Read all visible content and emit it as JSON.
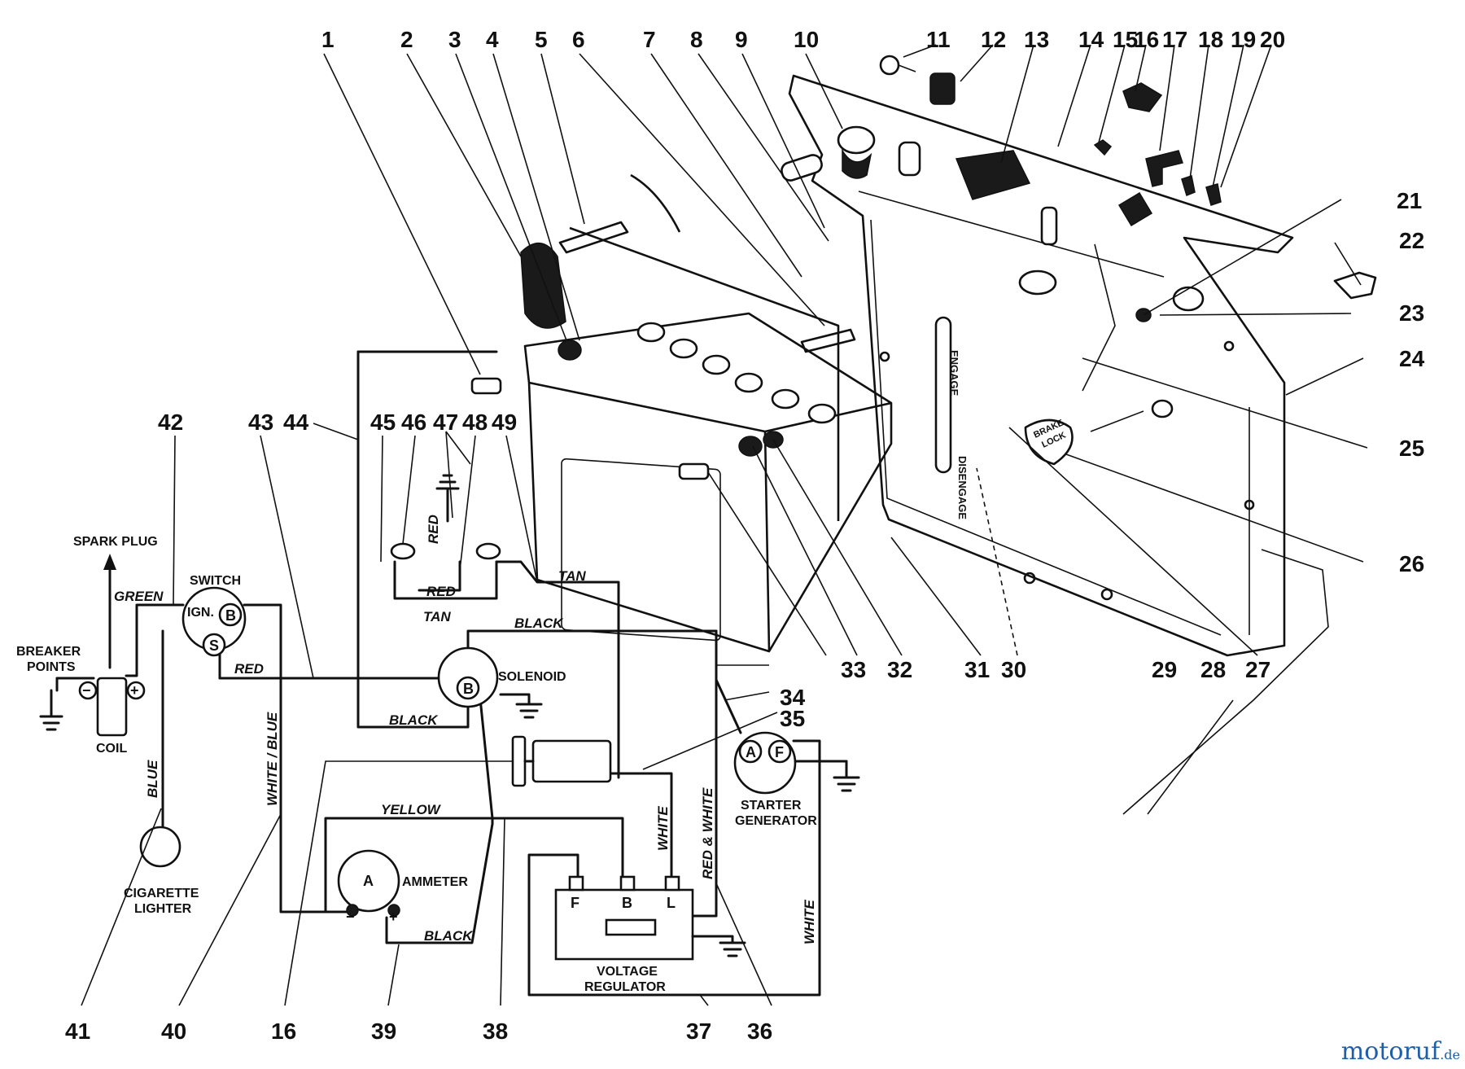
{
  "part_numbers": [
    "1",
    "2",
    "3",
    "4",
    "5",
    "6",
    "7",
    "8",
    "9",
    "10",
    "11",
    "12",
    "13",
    "14",
    "15",
    "16",
    "17",
    "18",
    "19",
    "20",
    "21",
    "22",
    "23",
    "24",
    "25",
    "26",
    "27",
    "28",
    "29",
    "30",
    "31",
    "32",
    "33",
    "34",
    "35",
    "36",
    "37",
    "38",
    "39",
    "40",
    "41",
    "42",
    "43",
    "44",
    "45",
    "46",
    "47",
    "48",
    "49"
  ],
  "part_label_16_bottom": "16",
  "components": {
    "spark_plug": "SPARK PLUG",
    "breaker_points": [
      "BREAKER",
      "POINTS"
    ],
    "coil": "COIL",
    "switch": "SWITCH",
    "switch_ign": "IGN.",
    "switch_b": "B",
    "switch_s": "S",
    "cigarette_lighter": [
      "CIGARETTE",
      "LIGHTER"
    ],
    "solenoid": "SOLENOID",
    "solenoid_b": "B",
    "ammeter": "AMMETER",
    "ammeter_a": "A",
    "starter_generator": [
      "STARTER",
      "GENERATOR"
    ],
    "starter_a": "A",
    "starter_f": "F",
    "voltage_regulator": [
      "VOLTAGE",
      "REGULATOR"
    ],
    "regulator_terminals": [
      "F",
      "B",
      "L"
    ],
    "coil_minus": "−",
    "coil_plus": "+",
    "ammeter_minus": "−",
    "ammeter_plus": "+"
  },
  "wire_labels": {
    "green": "GREEN",
    "red_switch": "RED",
    "red_vertical": "RED",
    "red_bridge": "RED",
    "tan_lower": "TAN",
    "tan_upper": "TAN",
    "black_top": "BLACK",
    "black_solenoid": "BLACK",
    "black_ammeter": "BLACK",
    "blue": "BLUE",
    "white_blue": "WHITE / BLUE",
    "yellow": "YELLOW",
    "white_mid": "WHITE",
    "red_white": "RED & WHITE",
    "white_right": "WHITE"
  },
  "panel_text": {
    "engage": "ENGAGE",
    "disengage": "DISENGAGE",
    "brake_lock": [
      "BRAKE",
      "LOCK"
    ]
  },
  "watermark": {
    "main": "motoruf",
    "tld": ".de"
  }
}
